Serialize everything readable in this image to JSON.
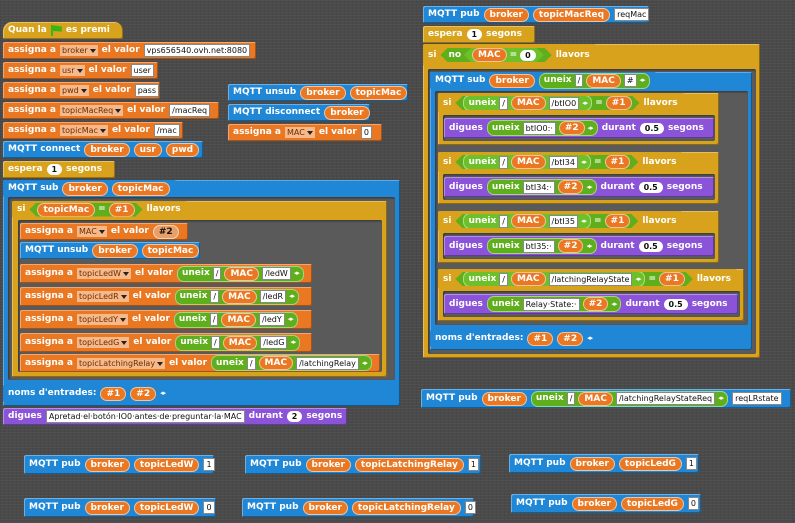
{
  "hat": {
    "pre": "Quan la",
    "post": "es premi"
  },
  "kw": {
    "assign": "assigna a",
    "value": "el valor",
    "wait": "espera",
    "secs": "segons",
    "if": "si",
    "then": "llavors",
    "no": "no",
    "unjoin": "uneix",
    "say": "digues",
    "for": "durant",
    "inputs": "noms d'entrades:",
    "eq": "=",
    "arrows": "◂▸"
  },
  "mqtt": {
    "connect": "MQTT connect",
    "sub": "MQTT sub",
    "unsub": "MQTT unsub",
    "pub": "MQTT pub",
    "disconnect": "MQTT disconnect"
  },
  "vars": {
    "broker": "broker",
    "usr": "usr",
    "pwd": "pwd",
    "topicMac": "topicMac",
    "topicMacReq": "topicMacReq",
    "MAC": "MAC",
    "p1": "#1",
    "p2": "#2",
    "topicLedW": "topicLedW",
    "topicLatchingRelay": "topicLatchingRelay",
    "topicLedG": "topicLedG"
  },
  "left": {
    "assigns": [
      {
        "var": "broker",
        "value": "vps656540.ovh.net:8080"
      },
      {
        "var": "usr",
        "value": "user"
      },
      {
        "var": "pwd",
        "value": "pass"
      },
      {
        "var": "topicMacReq",
        "value": "/macReq"
      },
      {
        "var": "topicMac",
        "value": "/mac"
      }
    ],
    "wait_secs": "1",
    "inner_assign_mac": {
      "var": "MAC"
    },
    "led_assigns": [
      {
        "var": "topicLedW",
        "suffix": "/ledW"
      },
      {
        "var": "topicLedR",
        "suffix": "/ledR"
      },
      {
        "var": "topicLedY",
        "suffix": "/ledY"
      },
      {
        "var": "topicLedG",
        "suffix": "/ledG"
      },
      {
        "var": "topicLatchingRelay",
        "suffix": "/latchingRelay"
      }
    ],
    "sep": "/",
    "say_text": "Apretad·el·botón·IO0·antes·de·preguntar·la·MAC",
    "say_secs": "2"
  },
  "middle": {
    "assign_var": "MAC",
    "assign_value": "0"
  },
  "right": {
    "pub_value": "reqMac",
    "wait_secs": "1",
    "mac_default": "0",
    "sub_sep": "#",
    "ifs": [
      {
        "topic": "/btIO0",
        "say": "btIO0:·",
        "secs": "0.5"
      },
      {
        "topic": "/btI34",
        "say": "btI34:·",
        "secs": "0.5"
      },
      {
        "topic": "/btI35",
        "say": "btI35:·",
        "secs": "0.5"
      },
      {
        "topic": "/latchingRelayState",
        "say": "Relay·State:·",
        "secs": "0.5"
      }
    ],
    "pub2_topic": "/latchingRelayStateReq",
    "pub2_value": "reqLRstate"
  },
  "bottom": [
    {
      "var": "topicLedW",
      "value": "1"
    },
    {
      "var": "topicLatchingRelay",
      "value": "1"
    },
    {
      "var": "topicLedG",
      "value": "1"
    },
    {
      "var": "topicLedW",
      "value": "0"
    },
    {
      "var": "topicLatchingRelay",
      "value": "0"
    },
    {
      "var": "topicLedG",
      "value": "0"
    }
  ]
}
